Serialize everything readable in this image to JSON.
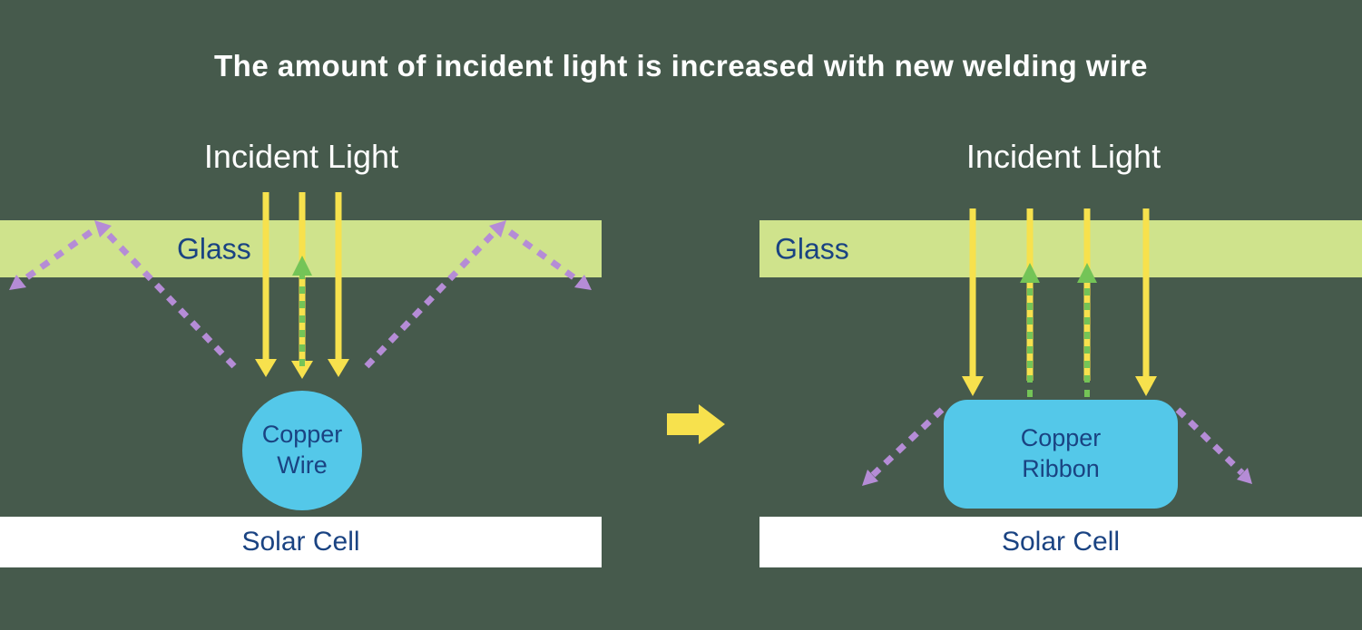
{
  "title": "The amount of incident light is increased with new welding wire",
  "panels": {
    "left": {
      "incident_light_label": "Incident Light",
      "glass_label": "Glass",
      "conductor_line1": "Copper",
      "conductor_line2": "Wire",
      "solar_cell_label": "Solar Cell"
    },
    "right": {
      "incident_light_label": "Incident Light",
      "glass_label": "Glass",
      "conductor_line1": "Copper",
      "conductor_line2": "Ribbon",
      "solar_cell_label": "Solar Cell"
    }
  },
  "colors": {
    "background": "#465a4c",
    "glass": "#cfe38c",
    "yellow": "#f7e14d",
    "green": "#74c457",
    "purple": "#b58cd6",
    "cyan": "#54c8e9",
    "navy": "#1a4382",
    "white": "#ffffff"
  }
}
